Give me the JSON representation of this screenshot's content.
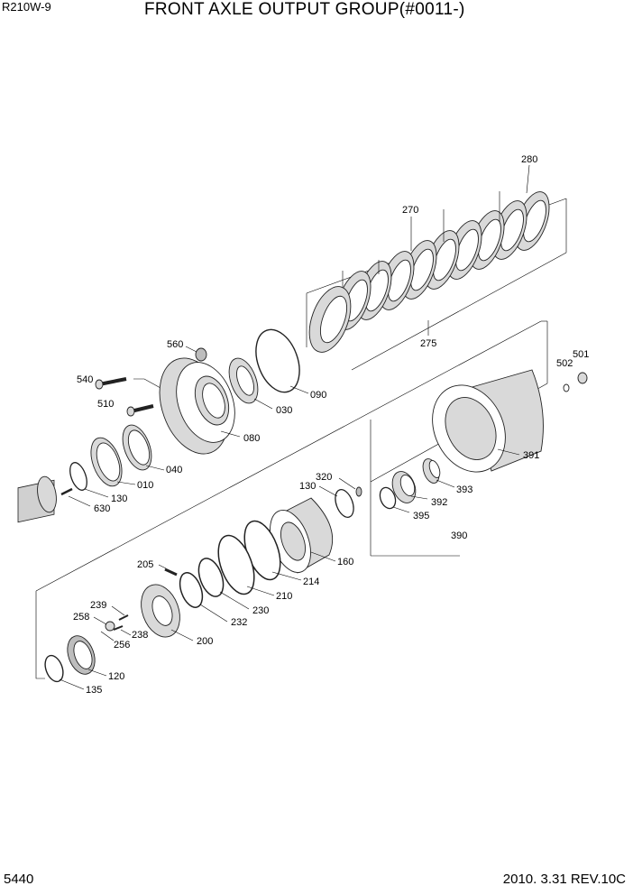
{
  "header": {
    "model": "R210W-9",
    "title": "FRONT AXLE OUTPUT GROUP(#0011-)"
  },
  "footer": {
    "page_number": "5440",
    "revision": "2010. 3.31  REV.10C"
  },
  "part_labels": {
    "p280": "280",
    "p270": "270",
    "p275": "275",
    "p560": "560",
    "p540": "540",
    "p510": "510",
    "p090": "090",
    "p030": "030",
    "p080": "080",
    "p040": "040",
    "p010": "010",
    "p130a": "130",
    "p630": "630",
    "p501": "501",
    "p502": "502",
    "p391": "391",
    "p320": "320",
    "p130b": "130",
    "p393": "393",
    "p392": "392",
    "p395": "395",
    "p390": "390",
    "p160": "160",
    "p214": "214",
    "p210": "210",
    "p230": "230",
    "p232": "232",
    "p205": "205",
    "p200": "200",
    "p239": "239",
    "p258": "258",
    "p238": "238",
    "p256": "256",
    "p120": "120",
    "p135": "135"
  }
}
